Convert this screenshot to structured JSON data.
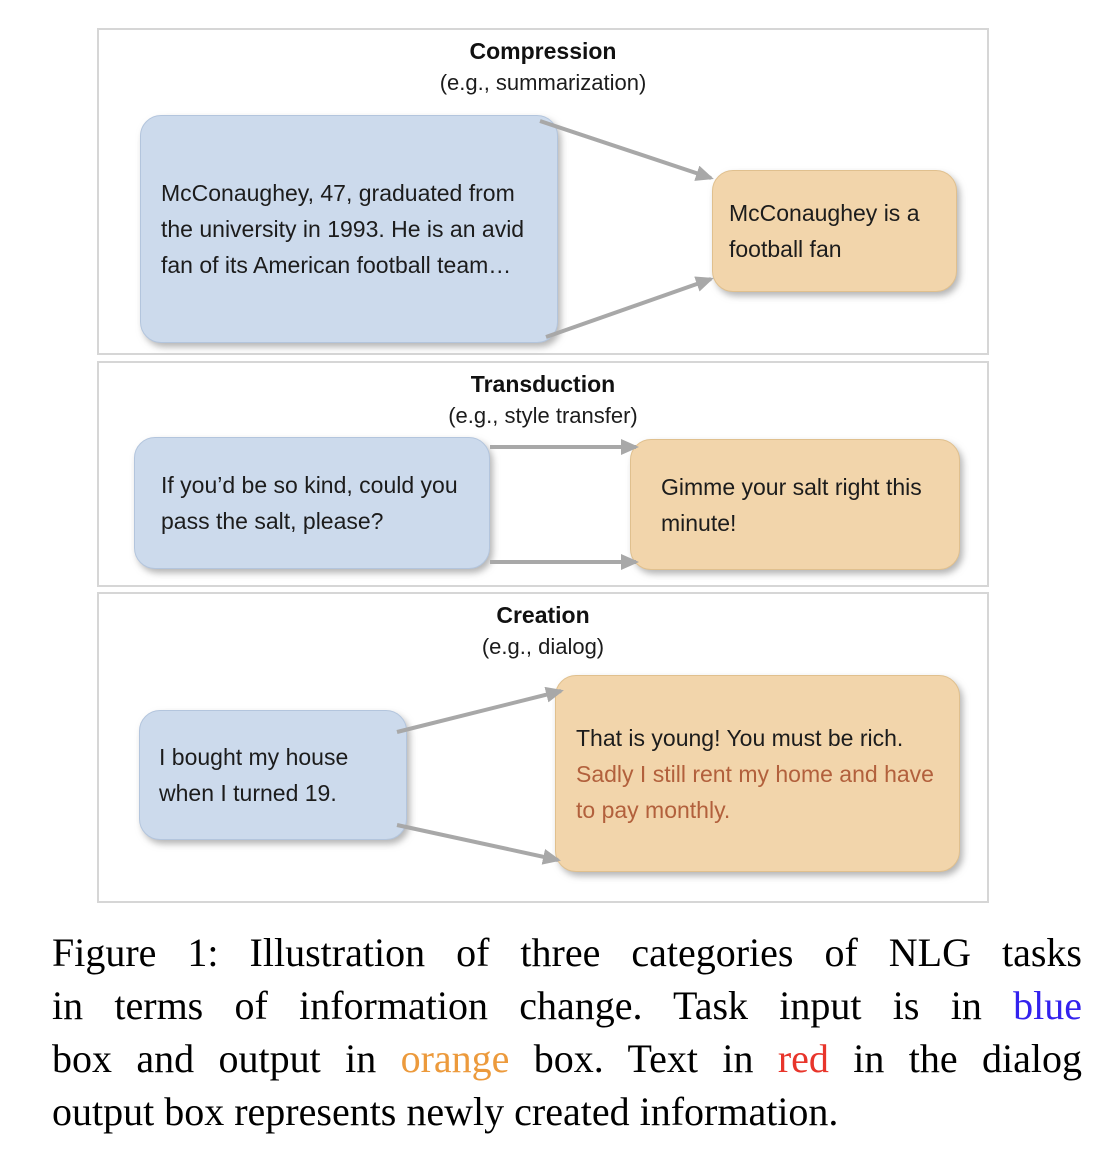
{
  "figure": {
    "colors": {
      "input_box_fill": "#ccdaec",
      "output_box_fill": "#f2d5ab",
      "arrow": "#a8a8a8",
      "panel_border": "#d6d6d6",
      "box_text": "#1c1c1c",
      "new_info_text": "#b2603c"
    },
    "panels": [
      {
        "title": "Compression",
        "subtitle": "(e.g., summarization)",
        "input_text": "McConaughey, 47, graduated from the university in 1993. He is an avid fan of its American football team…",
        "output_text": "McConaughey is a football fan"
      },
      {
        "title": "Transduction",
        "subtitle": "(e.g., style transfer)",
        "input_text": "If you’d be so kind, could you pass the salt, please?",
        "output_text": "Gimme your salt right this minute!"
      },
      {
        "title": "Creation",
        "subtitle": "(e.g., dialog)",
        "input_text": "I bought my house when I turned 19.",
        "output_segments": [
          {
            "text": "That is young! You must be rich. "
          },
          {
            "text": "Sadly I still rent my home and have to pay monthly."
          }
        ]
      }
    ]
  },
  "caption": {
    "colors": {
      "black": "#000000",
      "blue": "#3322ee",
      "orange": "#ec9a3c",
      "red": "#e8352b"
    },
    "lines": [
      {
        "segments": [
          {
            "text": "Figure 1: Illustration of three categories of NLG tasks"
          }
        ]
      },
      {
        "segments": [
          {
            "text": "in terms of information change.  Task input is in "
          },
          {
            "text": "blue"
          }
        ]
      },
      {
        "segments": [
          {
            "text": "box and output in "
          },
          {
            "text": "orange"
          },
          {
            "text": " box. Text in "
          },
          {
            "text": "red"
          },
          {
            "text": " in the dialog"
          }
        ]
      },
      {
        "segments": [
          {
            "text": "output box represents newly created information."
          }
        ]
      }
    ]
  }
}
